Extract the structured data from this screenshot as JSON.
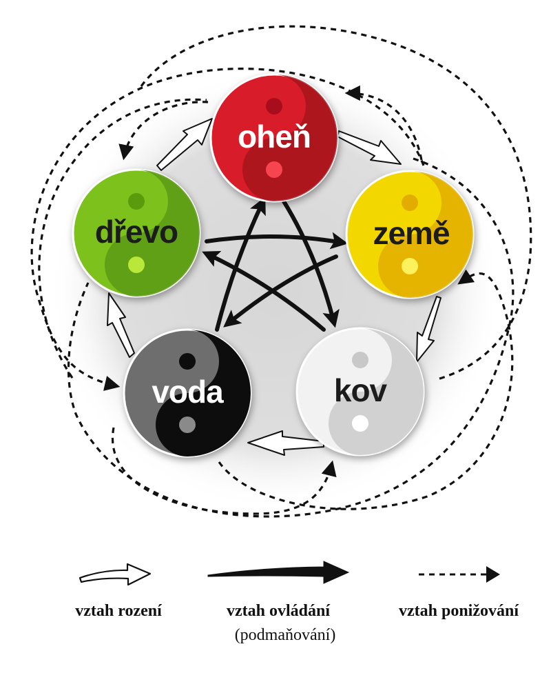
{
  "elements": {
    "ohen": {
      "label": "oheň",
      "color": "#d81e2a",
      "dark": "#a20f18",
      "light": "#ff4a55",
      "text_color": "#ffffff"
    },
    "zeme": {
      "label": "země",
      "color": "#f3d800",
      "dark": "#e0a800",
      "light": "#fff866",
      "text_color": "#1a1a1a"
    },
    "kov": {
      "label": "kov",
      "color": "#f2f2f2",
      "dark": "#c8c8c8",
      "light": "#ffffff",
      "text_color": "#1a1a1a"
    },
    "voda": {
      "label": "voda",
      "color": "#6e6e6e",
      "dark": "#0a0a0a",
      "light": "#8a8a8a",
      "text_color": "#ffffff"
    },
    "drevo": {
      "label": "dřevo",
      "color": "#7bc11c",
      "dark": "#5a9a10",
      "light": "#b9e83a",
      "text_color": "#1a1a1a"
    }
  },
  "legend": {
    "generating": {
      "label": "vztah rození"
    },
    "controlling": {
      "label": "vztah ovládání",
      "sublabel": "(podmaňování)"
    },
    "insulting": {
      "label": "vztah ponižování"
    }
  }
}
